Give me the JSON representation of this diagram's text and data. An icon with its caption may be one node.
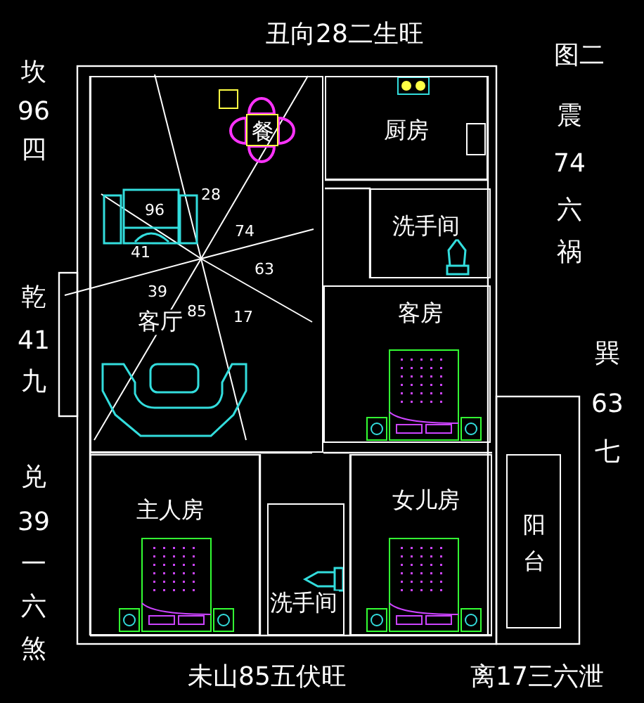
{
  "diagram": {
    "nodes": [
      {
        "text": [
          "客厅"
        ]
      },
      {
        "text": [
          "餐"
        ],
        "in": 0
      },
      {
        "text": [
          "厨房"
        ]
      },
      {
        "text": [
          "洗手间"
        ]
      },
      {
        "text": [
          "客房"
        ]
      },
      {
        "text": [
          "主人房"
        ]
      },
      {
        "text": [
          "洗手间"
        ]
      },
      {
        "text": [
          "女儿房"
        ]
      },
      {
        "text": [
          "阳台"
        ]
      }
    ],
    "labels": [
      "丑向28二生旺",
      "图二",
      "坎",
      "96",
      "四",
      "震",
      "74",
      "六",
      "96",
      "28",
      "74",
      "41",
      "63",
      "祸",
      "乾",
      "41",
      "39",
      "85",
      "17",
      "九",
      "巽",
      "63",
      "七",
      "兑",
      "39",
      "一",
      "六",
      "煞",
      "未山85五伏旺",
      "离17三六泄"
    ]
  }
}
